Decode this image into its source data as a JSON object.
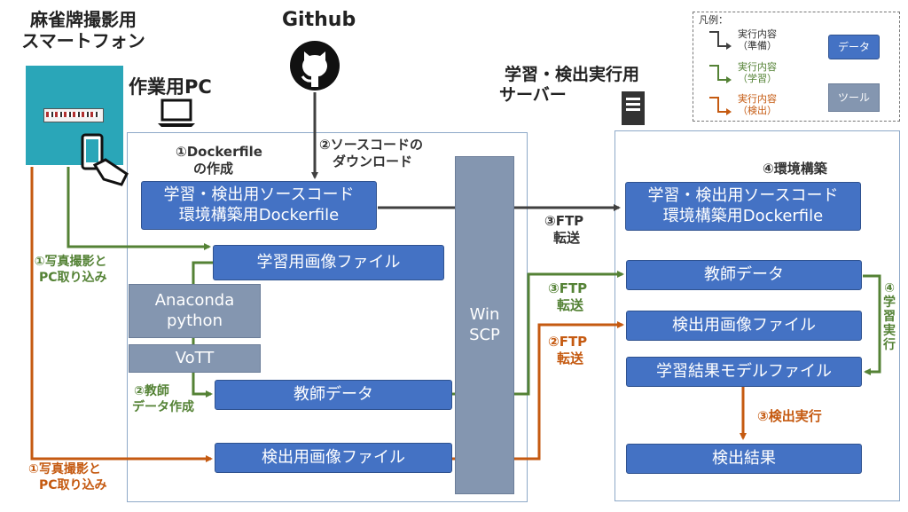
{
  "actors": {
    "smartphone": [
      "麻雀牌撮影用",
      "スマートフォン"
    ],
    "github": "Github",
    "pc": "作業用PC",
    "server": [
      "学習・検出実行用",
      "サーバー"
    ]
  },
  "legend": {
    "title": "凡例：",
    "prep": [
      "実行内容",
      "（準備）"
    ],
    "learn": [
      "実行内容",
      "（学習）"
    ],
    "detect": [
      "実行内容",
      "（検出）"
    ],
    "data": "データ",
    "tool": "ツール"
  },
  "boxes": {
    "pc_source": [
      "学習・検出用ソースコード",
      "環境構築用Dockerfile"
    ],
    "pc_train_images": "学習用画像ファイル",
    "anaconda": [
      "Anaconda",
      "python"
    ],
    "vott": "VoTT",
    "pc_teacher": "教師データ",
    "pc_detect_images": "検出用画像ファイル",
    "winscp": [
      "Win",
      "SCP"
    ],
    "srv_source": [
      "学習・検出用ソースコード",
      "環境構築用Dockerfile"
    ],
    "srv_teacher": "教師データ",
    "srv_detect_images": "検出用画像ファイル",
    "srv_model": "学習結果モデルファイル",
    "srv_result": "検出結果"
  },
  "steps": {
    "dockerfile": [
      "①Dockerfile",
      "の作成"
    ],
    "download": [
      "②ソースコードの",
      "ダウンロード"
    ],
    "env": "④環境構築",
    "ftp_dark": [
      "③FTP",
      "転送"
    ],
    "photo_green": [
      "①写真撮影と",
      "PC取り込み"
    ],
    "teacher_create": [
      "②教師",
      "データ作成"
    ],
    "ftp_green": [
      "③FTP",
      "転送"
    ],
    "ftp_orange": [
      "②FTP",
      "転送"
    ],
    "learn_exec": [
      "④",
      "学",
      "習",
      "実",
      "行"
    ],
    "detect_exec": "③検出実行",
    "photo_orange": [
      "①写真撮影と",
      "PC取り込み"
    ]
  },
  "colors": {
    "prep": "#404040",
    "learn": "#548235",
    "detect": "#c55a11",
    "data": "#4472c4",
    "tool": "#8496b0"
  }
}
